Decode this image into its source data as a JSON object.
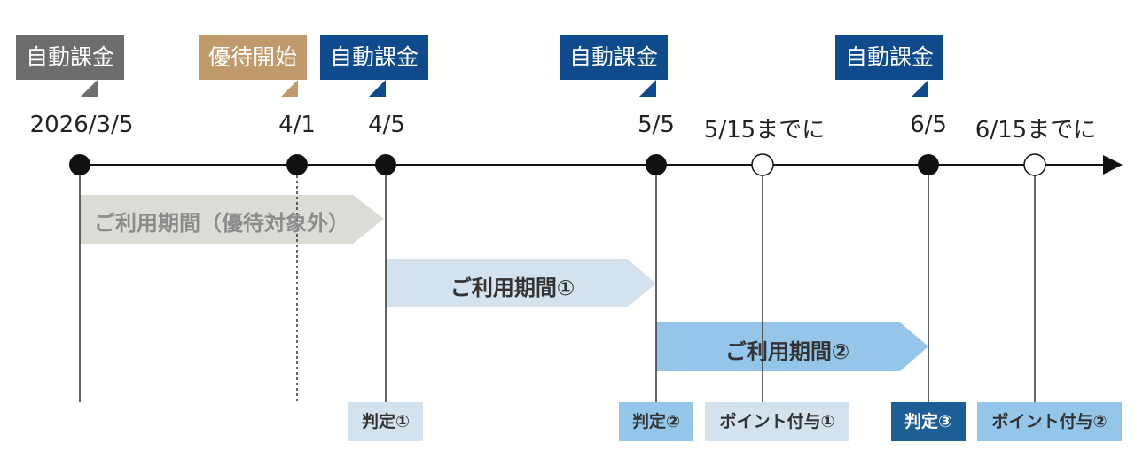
{
  "colors": {
    "gray_callout": "#6d6d6d",
    "gold_callout": "#c09a6b",
    "navy_callout": "#0e4a8c",
    "period_gray": "#dcdcd7",
    "period_light": "#d3e2ec",
    "period_blue": "#94c6ea",
    "tag_light": "#d3e2ec",
    "tag_blue": "#94c6ea",
    "tag_navy": "#1d5e97"
  },
  "callouts": [
    {
      "label": "自動課金",
      "color": "gray"
    },
    {
      "label": "優待開始",
      "color": "gold"
    },
    {
      "label": "自動課金",
      "color": "navy"
    },
    {
      "label": "自動課金",
      "color": "navy"
    },
    {
      "label": "自動課金",
      "color": "navy"
    }
  ],
  "dates": [
    "2026/3/5",
    "4/1",
    "4/5",
    "5/5",
    "5/15までに",
    "6/5",
    "6/15までに"
  ],
  "periods": [
    {
      "label": "ご利用期間（優待対象外）"
    },
    {
      "label": "ご利用期間①"
    },
    {
      "label": "ご利用期間②"
    }
  ],
  "tags": [
    {
      "label": "判定①"
    },
    {
      "label": "判定②"
    },
    {
      "label": "ポイント付与①"
    },
    {
      "label": "判定③"
    },
    {
      "label": "ポイント付与②"
    }
  ]
}
